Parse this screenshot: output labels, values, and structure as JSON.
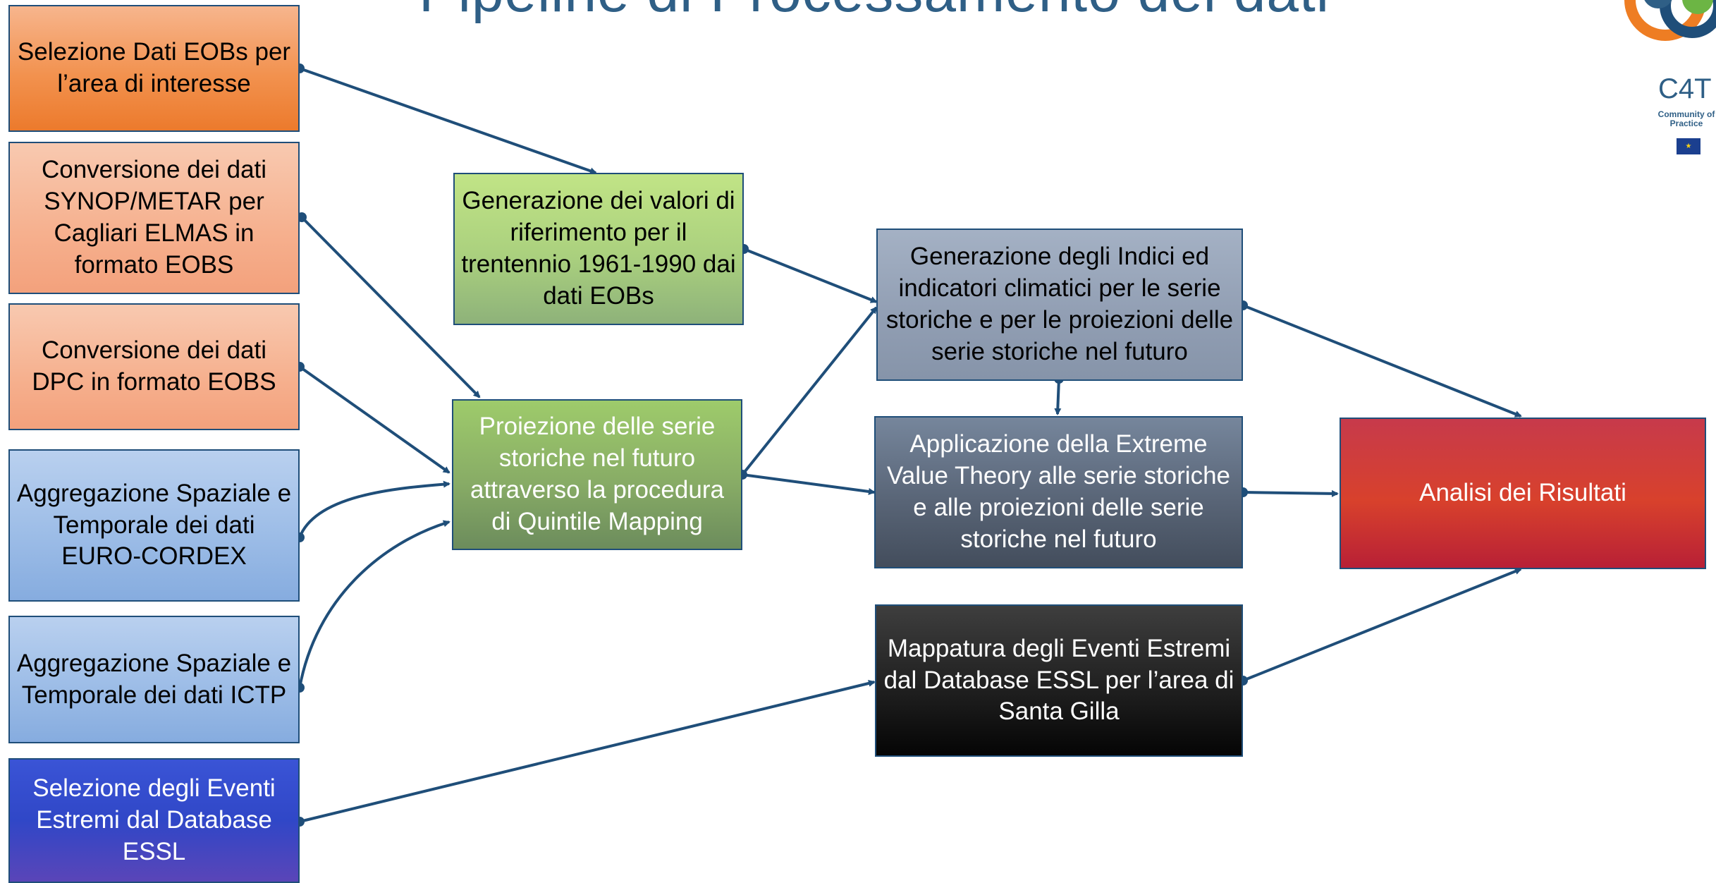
{
  "title": "Pipeline di Processamento dei dati",
  "logo": {
    "name": "C4T",
    "subtitle": "Community of Practice",
    "colors": {
      "orange": "#ee7d23",
      "green": "#6cb544",
      "blue": "#1f4e79"
    }
  },
  "boxes": {
    "b1": "Selezione Dati EOBs per l’area di interesse",
    "b2": "Conversione dei dati SYNOP/METAR per Cagliari ELMAS in formato EOBS",
    "b3": "Conversione dei dati DPC  in formato EOBS",
    "b4": "Aggregazione Spaziale e Temporale dei dati EURO-CORDEX",
    "b5": "Aggregazione Spaziale e Temporale dei dati ICTP",
    "b6": "Selezione degli Eventi Estremi dal Database ESSL",
    "b7": "Generazione dei valori di riferimento per il trentennio 1961-1990 dai dati EOBs",
    "b8": "Proiezione delle serie storiche nel futuro attraverso la procedura di Quintile Mapping",
    "b9": "Generazione degli Indici ed indicatori climatici per le serie storiche e per le proiezioni delle serie storiche nel futuro",
    "b10": "Applicazione della Extreme Value Theory alle serie storiche e alle proiezioni delle serie storiche nel futuro",
    "b11": "Mappatura degli Eventi Estremi dal Database ESSL per l’area di Santa Gilla",
    "b12": "Analisi dei Risultati"
  },
  "connections": [
    [
      "b1",
      "b7"
    ],
    [
      "b2",
      "b8"
    ],
    [
      "b3",
      "b8"
    ],
    [
      "b4",
      "b8"
    ],
    [
      "b5",
      "b8"
    ],
    [
      "b6",
      "b11"
    ],
    [
      "b7",
      "b9"
    ],
    [
      "b8",
      "b9"
    ],
    [
      "b8",
      "b10"
    ],
    [
      "b9",
      "b10"
    ],
    [
      "b9",
      "b12"
    ],
    [
      "b10",
      "b12"
    ],
    [
      "b11",
      "b12"
    ]
  ],
  "colors": {
    "connector": "#1f4e79",
    "border": "#1f4e79",
    "title": "#2f5f86"
  }
}
